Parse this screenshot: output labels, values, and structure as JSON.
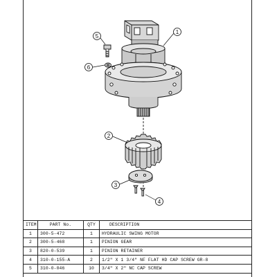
{
  "callouts": {
    "motor": "1",
    "gear": "2",
    "retainer": "3",
    "screw_gr8": "4",
    "cap_screw": "5",
    "washer": "6"
  },
  "table": {
    "headers": {
      "item": "ITEM",
      "part_no": "PART No.",
      "qty": "QTY",
      "description": "DESCRIPTION"
    },
    "rows": [
      {
        "item": "1",
        "part_no": "300-5-472",
        "qty": "1",
        "description": "HYDRAULIC SWING MOTOR"
      },
      {
        "item": "2",
        "part_no": "300-5-468",
        "qty": "1",
        "description": "PINION GEAR"
      },
      {
        "item": "3",
        "part_no": "820-0-539",
        "qty": "1",
        "description": "PINION RETAINER"
      },
      {
        "item": "4",
        "part_no": "310-0-155-A",
        "qty": "2",
        "description": "1/2\" X 1 3/4\" NF FLAT HD CAP SCREW GR-8"
      },
      {
        "item": "5",
        "part_no": "310-0-046",
        "qty": "10",
        "description": "3/4\" X 2\" NC CAP SCREW"
      }
    ]
  }
}
